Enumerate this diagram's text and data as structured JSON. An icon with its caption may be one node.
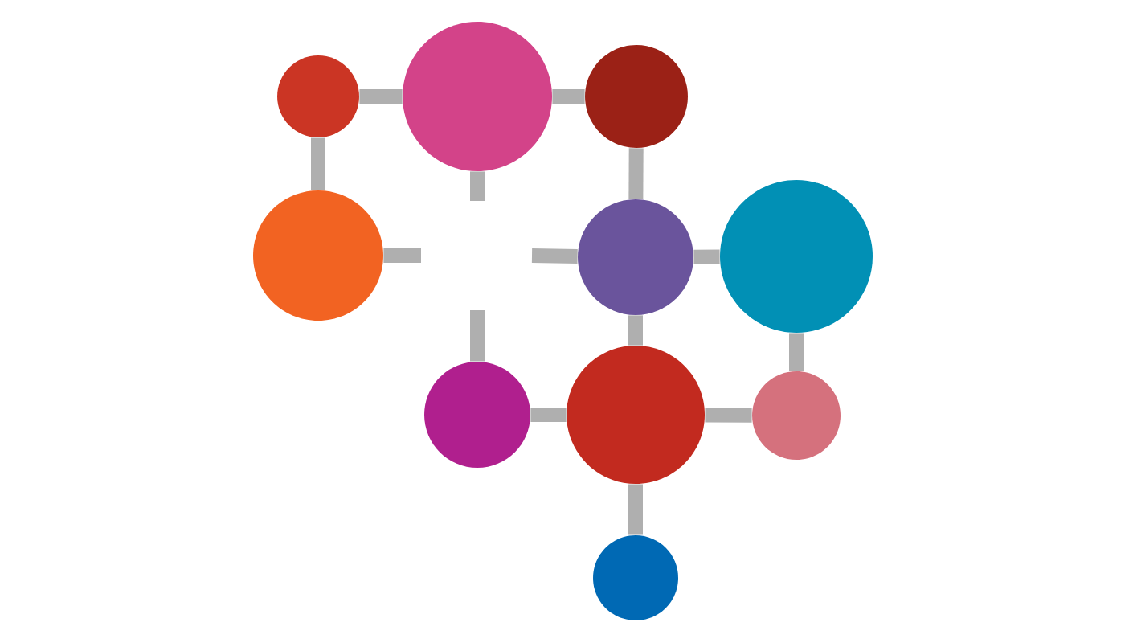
{
  "diagram": {
    "nodes": [
      {
        "text": [],
        "shape": "circle"
      },
      {
        "text": [],
        "shape": "circle"
      },
      {
        "text": [],
        "shape": "circle"
      },
      {
        "text": [],
        "shape": "circle"
      },
      {
        "text": [],
        "shape": "circle"
      },
      {
        "text": [],
        "shape": "circle"
      },
      {
        "text": [],
        "shape": "circle"
      },
      {
        "text": [],
        "shape": "circle"
      },
      {
        "text": [],
        "shape": "circle"
      },
      {
        "text": [],
        "shape": "circle"
      }
    ],
    "edges": [
      {
        "from": 0,
        "to": 1,
        "arrow": "none"
      },
      {
        "from": 1,
        "to": 2,
        "arrow": "none"
      },
      {
        "from": 0,
        "to": 3,
        "arrow": "none"
      },
      {
        "from": 2,
        "to": 4,
        "arrow": "none"
      },
      {
        "from": 4,
        "to": 5,
        "arrow": "none"
      },
      {
        "from": 5,
        "to": 8,
        "arrow": "none"
      },
      {
        "from": 4,
        "to": 7,
        "arrow": "none"
      },
      {
        "from": 6,
        "to": 7,
        "arrow": "none"
      },
      {
        "from": 7,
        "to": 8,
        "arrow": "none"
      },
      {
        "from": 7,
        "to": 9,
        "arrow": "none"
      },
      {
        "from": 1,
        "to": null,
        "arrow": "none"
      },
      {
        "from": 3,
        "to": null,
        "arrow": "none"
      },
      {
        "from": 4,
        "to": null,
        "arrow": "none"
      },
      {
        "from": 6,
        "to": null,
        "arrow": "none"
      }
    ]
  }
}
